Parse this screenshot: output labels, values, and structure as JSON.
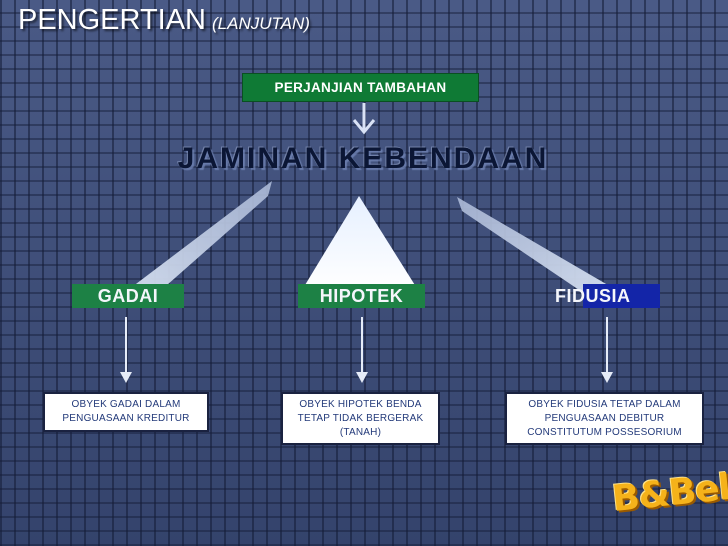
{
  "title": {
    "main": "PENGERTIAN",
    "sub": "(LANJUTAN)"
  },
  "top_box": "PERJANJIAN TAMBAHAN",
  "heading": "JAMINAN KEBENDAAN",
  "categories": [
    {
      "label": "GADAI",
      "color": "#1d8145"
    },
    {
      "label": "HIPOTEK",
      "color": "#1d8145"
    },
    {
      "label": "FIDUSIA",
      "color": "#1325a8"
    }
  ],
  "descriptions": [
    {
      "text": "OBYEK GADAI DALAM PENGUASAAN KREDITUR"
    },
    {
      "text": "OBYEK HIPOTEK BENDA TETAP TIDAK BERGERAK (TANAH)"
    },
    {
      "text": "OBYEK FIDUSIA TETAP DALAM PENGUASAAN DEBITUR CONSTITUTUM POSSESORIUM"
    }
  ],
  "watermark": "B&Bels",
  "icons": {
    "top_arrow": "down-arrow-icon"
  }
}
